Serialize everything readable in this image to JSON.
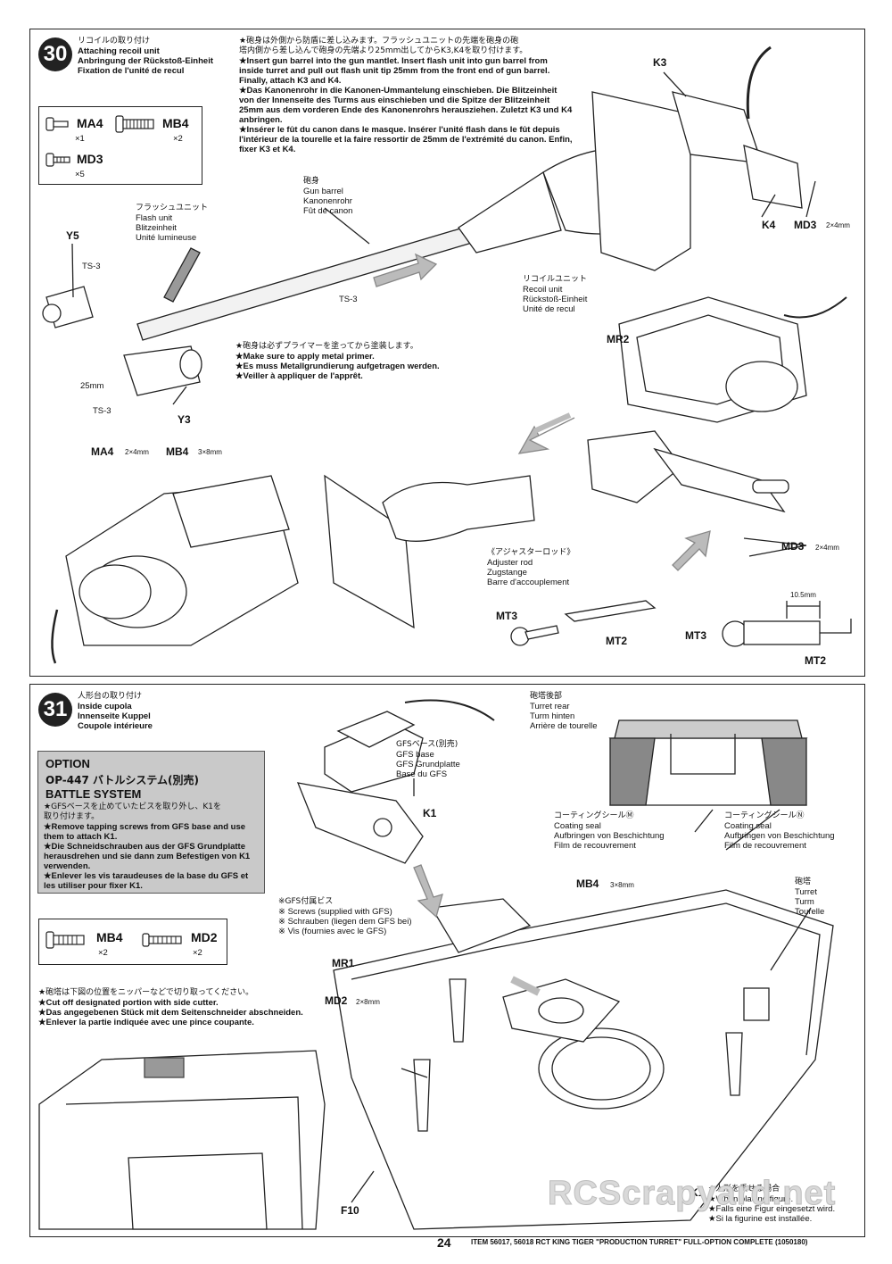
{
  "step30": {
    "number": "30",
    "title_jp": "リコイルの取り付け",
    "title_en": "Attaching recoil unit",
    "title_de": "Anbringung der Rückstoß-Einheit",
    "title_fr": "Fixation de l'unité de recul",
    "parts": [
      {
        "name": "MA4",
        "qty": "×1"
      },
      {
        "name": "MB4",
        "qty": "×2"
      },
      {
        "name": "MD3",
        "qty": "×5"
      }
    ],
    "instructions": [
      "★砲身は外側から防盾に差し込みます。フラッシュユニットの先端を砲身の砲",
      "塔内側から差し込んで砲身の先端より25mm出してからK3,K4を取り付けます。",
      "★Insert gun barrel into the gun mantlet. Insert flash unit into gun barrel from",
      "inside turret and pull out flash unit tip 25mm from the front end of gun barrel.",
      "Finally, attach K3 and K4.",
      "★Das Kanonenrohr in die Kanonen-Ummantelung einschieben. Die Blitzeinheit",
      "von der Innenseite des Turms aus einschieben und die Spitze der Blitzeinheit",
      "25mm aus dem vorderen Ende des Kanonenrohrs herausziehen. Zuletzt K3 und K4",
      "anbringen.",
      "★Insérer le fût du canon dans le masque. Insérer l'unité flash dans le fût depuis",
      "l'intérieur de la tourelle et la faire ressortir de 25mm de l'extrémité du canon. Enfin,",
      "fixer K3 et K4."
    ],
    "flash_unit": [
      "フラッシュユニット",
      "Flash unit",
      "Blitzeinheit",
      "Unité lumineuse"
    ],
    "gun_barrel": [
      "砲身",
      "Gun barrel",
      "Kanonenrohr",
      "Fût de canon"
    ],
    "recoil_unit": [
      "リコイルユニット",
      "Recoil unit",
      "Rückstoß-Einheit",
      "Unité de recul"
    ],
    "adjuster_rod": [
      "《アジャスターロッド》",
      "Adjuster rod",
      "Zugstange",
      "Barre d'accouplement"
    ],
    "primer_note": [
      "★砲身は必ずプライマーを塗ってから塗装します。",
      "★Make sure to apply metal primer.",
      "★Es muss Metallgrundierung aufgetragen werden.",
      "★Veiller à appliquer de l'apprêt."
    ],
    "labels": {
      "y5": "Y5",
      "y3": "Y3",
      "ts3": "TS-3",
      "mm25": "25mm",
      "k3": "K3",
      "k4": "K4",
      "md3": "MD3",
      "size_2x4": "2×4mm",
      "ma4": "MA4",
      "mb4": "MB4",
      "size_3x8": "3×8mm",
      "mr2": "MR2",
      "mt3": "MT3",
      "mt2": "MT2",
      "dim_105": "10.5mm"
    }
  },
  "step31": {
    "number": "31",
    "title_jp": "人形台の取り付け",
    "title_en": "Inside cupola",
    "title_de": "Innenseite Kuppel",
    "title_fr": "Coupole intérieure",
    "option": {
      "heading": "OPTION",
      "subheading": "OP-447 バトルシステム(別売)",
      "subheading2": "BATTLE SYSTEM",
      "lines": [
        "★GFSベースを止めていたビスを取り外し、K1を",
        "取り付けます。",
        "★Remove tapping screws from GFS base and use",
        "them to attach K1.",
        "★Die Schneidschrauben aus der GFS Grundplatte",
        "herausdrehen und sie dann zum Befestigen von K1",
        "verwenden.",
        "★Enlever les vis taraudeuses de la base du GFS et",
        "les utiliser pour fixer K1."
      ]
    },
    "parts": [
      {
        "name": "MB4",
        "qty": "×2"
      },
      {
        "name": "MD2",
        "qty": "×2"
      }
    ],
    "cut_note": [
      "★砲塔は下図の位置をニッパーなどで切り取ってください。",
      "★Cut off designated portion with side cutter.",
      "★Das angegebenen Stück mit dem Seitenschneider abschneiden.",
      "★Enlever la partie indiquée avec une pince coupante."
    ],
    "gfs_base": [
      "GFSベース(別売)",
      "GFS base",
      "GFS Grundplatte",
      "Base du GFS"
    ],
    "gfs_screws": [
      "※GFS付属ビス",
      "※ Screws (supplied with GFS)",
      "※ Schrauben (liegen dem GFS bei)",
      "※ Vis (fournies avec le GFS)"
    ],
    "turret_rear": [
      "砲塔後部",
      "Turret rear",
      "Turm hinten",
      "Arrière de tourelle"
    ],
    "coating_m": [
      "コーティングシールⓂ",
      "Coating seal",
      "Aufbringen von Beschichtung",
      "Film de recouvrement"
    ],
    "coating_n": [
      "コーティングシールⓃ",
      "Coating seal",
      "Aufbringen von Beschichtung",
      "Film de recouvrement"
    ],
    "turret": [
      "砲塔",
      "Turret",
      "Turm",
      "Tourelle"
    ],
    "figure_note": [
      "★人形を乗せる場合",
      "★When placing figure.",
      "★Falls eine Figur eingesetzt wird.",
      "★Si la figurine est installée."
    ],
    "labels": {
      "k1": "K1",
      "mb4": "MB4",
      "size_3x8": "3×8mm",
      "mr1": "MR1",
      "md2": "MD2",
      "size_2x8": "2×8mm",
      "f10": "F10"
    }
  },
  "footer": {
    "page": "24",
    "item": "ITEM 56017, 56018 RCT KING TIGER \"PRODUCTION TURRET\" FULL-OPTION COMPLETE (1050180)"
  },
  "watermark": "RCScrapyard.net"
}
